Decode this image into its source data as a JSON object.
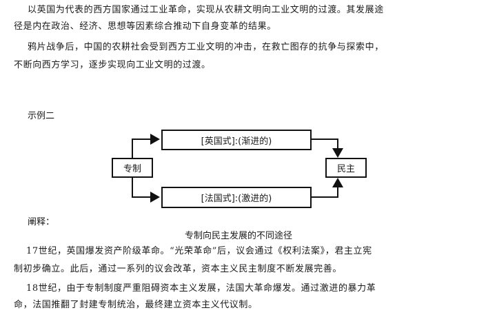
{
  "intro": {
    "lines": [
      "以英国为代表的西方国家通过工业革命，实现从农耕文明向工业文明的过渡。其发展途",
      "径是内在政治、经济、思想等因素综合推动下自身变革的结果。",
      "鸦片战争后，中国的农耕社会受到西方工业文明的冲击，在救亡图存的抗争与探索中，",
      "不断向西方学习，逐步实现向工业文明的过渡。"
    ]
  },
  "example_label": "示例二",
  "diagram": {
    "left": "专制",
    "right": "民主",
    "top": "[英国式]:(渐进的)",
    "bottom": "[法国式]:(激进的)"
  },
  "explain_label": "阐释：",
  "explain_title": "专制向民主发展的不同途径",
  "paragraphs": [
    "17世纪，英国爆发资产阶级革命。“光荣革命”后，议会通过《权利法案》，君主立宪",
    "制初步确立。此后，通过一系列的议会改革，资本主义民主制度不断发展完善。",
    "18世纪，由于专制制度严重阻碍资本主义发展，法国大革命爆发。通过激进的暴力革",
    "命，法国推翻了封建专制统治，最终建立资本主义代议制。"
  ]
}
